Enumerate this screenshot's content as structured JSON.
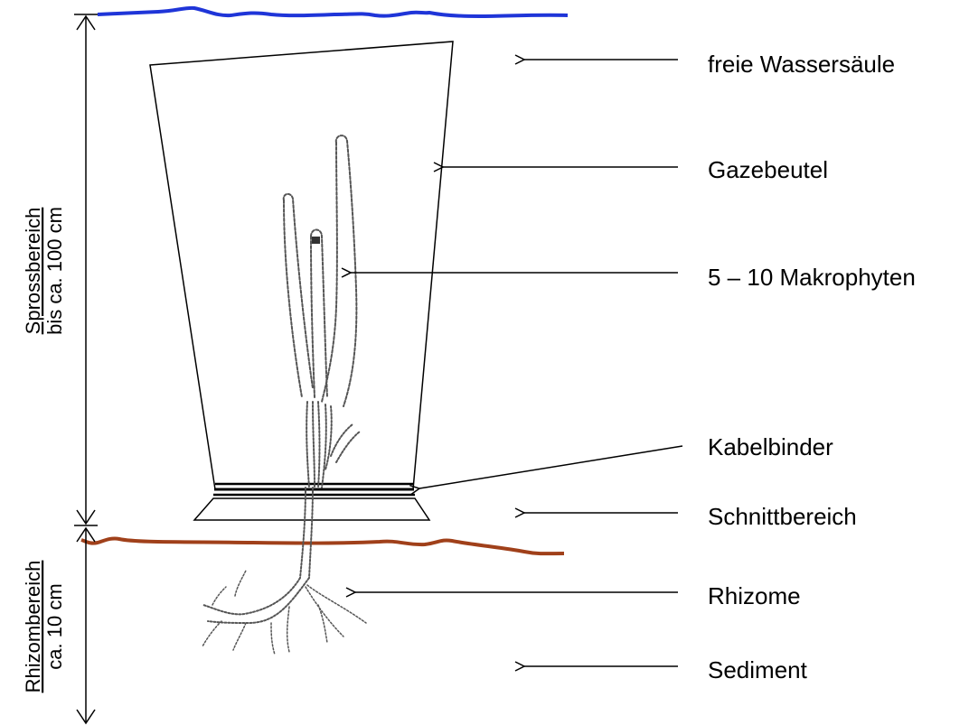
{
  "labels": {
    "water_column": "freie Wassersäule",
    "gauze_bag": "Gazebeutel",
    "macrophytes": "5 – 10 Makrophyten",
    "cable_tie": "Kabelbinder",
    "cut_zone": "Schnittbereich",
    "rhizomes": "Rhizome",
    "sediment": "Sediment"
  },
  "shoot_zone": {
    "title": "Sprossbereich",
    "range": "bis ca. 100 cm"
  },
  "rhizome_zone": {
    "title": "Rhizombereich",
    "range": "ca. 10 cm"
  },
  "colors": {
    "water_surface": "#1f35d8",
    "sediment_surface": "#a0401a",
    "ink": "#000000",
    "plant": "#555555"
  }
}
